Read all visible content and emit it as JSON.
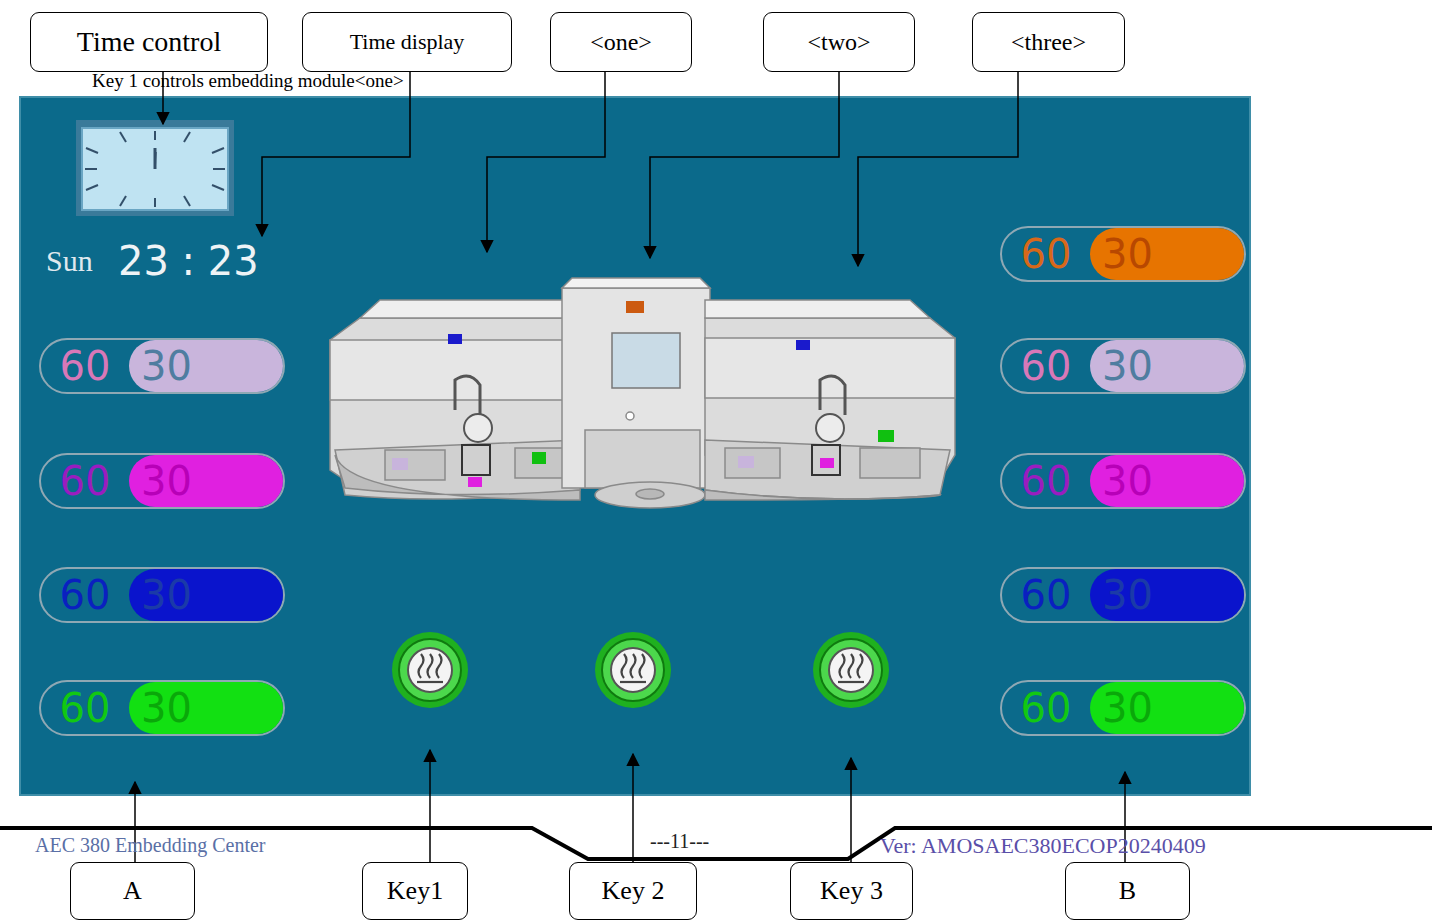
{
  "diagram": {
    "nodes": [
      {
        "text": [
          "Time control"
        ]
      },
      {
        "text": [
          "Time display"
        ]
      },
      {
        "text": [
          "<one>"
        ]
      },
      {
        "text": [
          "<two>"
        ]
      },
      {
        "text": [
          "<three>"
        ]
      },
      {
        "text": [
          "60",
          "30"
        ]
      },
      {
        "text": [
          "60",
          "30"
        ]
      },
      {
        "text": [
          "60",
          "30"
        ]
      },
      {
        "text": [
          "60",
          "30"
        ]
      },
      {
        "text": [
          "60",
          "30"
        ]
      },
      {
        "text": [
          "60",
          "30"
        ]
      },
      {
        "text": [
          "60",
          "30"
        ]
      },
      {
        "text": [
          "60",
          "30"
        ]
      },
      {
        "text": [
          "60",
          "30"
        ]
      },
      {
        "text": [
          "A"
        ]
      },
      {
        "text": [
          "Key1"
        ]
      },
      {
        "text": [
          "Key 2"
        ]
      },
      {
        "text": [
          "Key 3"
        ]
      },
      {
        "text": [
          "B"
        ]
      }
    ],
    "labels": [
      "Key 1 controls embedding module<one>",
      "Sun",
      "23 : 23",
      "AEC 380 Embedding Center",
      "---11---",
      "Ver: AMOSAEC380ECOP20240409"
    ]
  }
}
